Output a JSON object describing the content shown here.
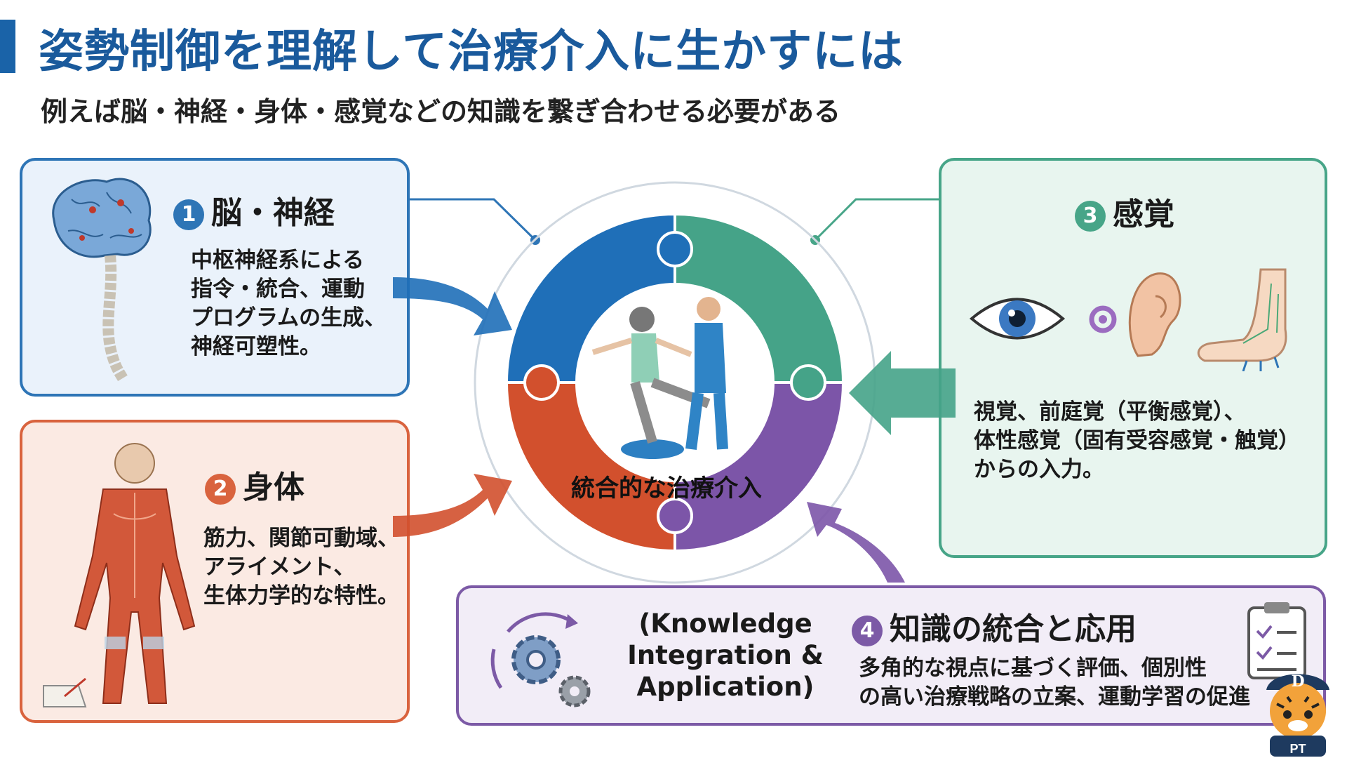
{
  "header": {
    "title": "姿勢制御を理解して治療介入に生かすには",
    "subtitle": "例えば脳・神経・身体・感覚などの知識を繋ぎ合わせる必要がある"
  },
  "cards": {
    "brain": {
      "number": "1",
      "title": "脳・神経",
      "text": "中枢神経系による\n指令・統合、運動\nプログラムの生成、\n神経可塑性。",
      "color": "#2e75b6"
    },
    "body": {
      "number": "2",
      "title": "身体",
      "text": "筋力、関節可動域、\nアライメント、\n生体力学的な特性。",
      "color": "#d9633e"
    },
    "sense": {
      "number": "3",
      "title": "感覚",
      "text": "視覚、前庭覚（平衡感覚）、\n体性感覚（固有受容感覚・触覚）\nからの入力。",
      "color": "#47a588"
    },
    "knowledge": {
      "number": "4",
      "title": "知識の統合と応用",
      "english": "(Knowledge\nIntegration &\nApplication)",
      "text": "多角的な視点に基づく評価、個別性\nの高い治療戦略の立案、運動学習の促進",
      "color": "#7c5aa6"
    }
  },
  "center": {
    "label": "統合的な治療介入"
  },
  "mascot": {
    "cap_letter": "D",
    "shirt_text": "PT"
  }
}
